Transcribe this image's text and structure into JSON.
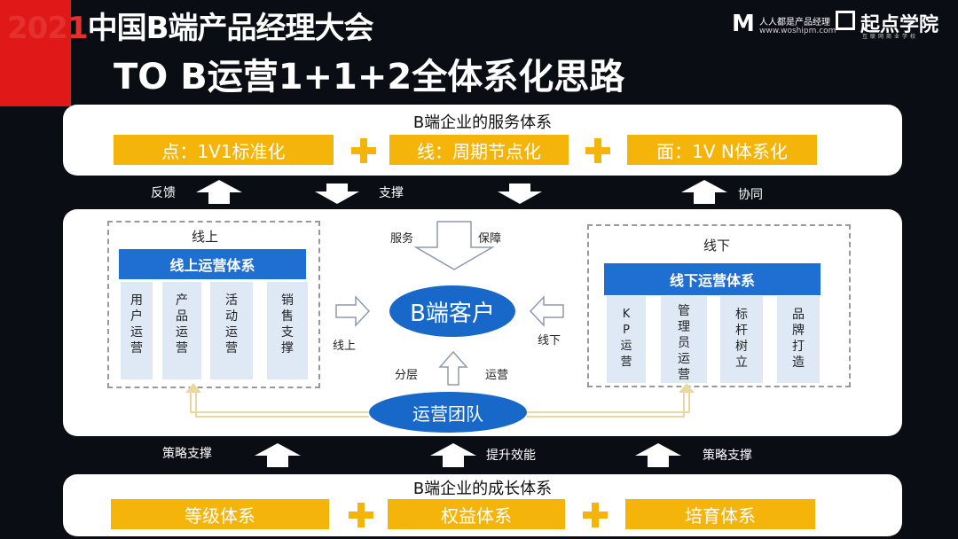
{
  "header": {
    "conference_year": "2021",
    "conference_rest": "中国B端产品经理大会",
    "main_title": "TO B运营1+1+2全体系化思路",
    "logo1_mark": "M",
    "logo1_name": "人人都是产品经理",
    "logo1_url": "www.woshipm.com",
    "logo2_name": "起点学院",
    "logo2_sub": "互联网商业学校"
  },
  "service_system": {
    "title": "B端企业的服务体系",
    "items": [
      "点：1V1标准化",
      "线：周期节点化",
      "面：1V N体系化"
    ]
  },
  "flow_labels": {
    "feedback": "反馈",
    "support": "支撑",
    "collab": "协同",
    "strategy_left": "策略支撑",
    "efficiency": "提升效能",
    "strategy_right": "策略支撑"
  },
  "online": {
    "group_label": "线上",
    "header": "线上运营体系",
    "columns": [
      "用户运营",
      "产品运营",
      "活动运营",
      "销售支撑"
    ],
    "arrow_label": "线上"
  },
  "offline": {
    "group_label": "线下",
    "header": "线下运营体系",
    "columns": [
      "KP运营",
      "管理员运营",
      "标杆树立",
      "品牌打造"
    ],
    "arrow_label": "线下"
  },
  "center": {
    "customer": "B端客户",
    "team": "运营团队",
    "service": "服务",
    "guarantee": "保障",
    "layer": "分层",
    "operate": "运营"
  },
  "growth_system": {
    "title": "B端企业的成长体系",
    "items": [
      "等级体系",
      "权益体系",
      "培育体系"
    ]
  },
  "colors": {
    "gold": "#f5b40a",
    "blue": "#1f6fd2",
    "red": "#e01818"
  }
}
